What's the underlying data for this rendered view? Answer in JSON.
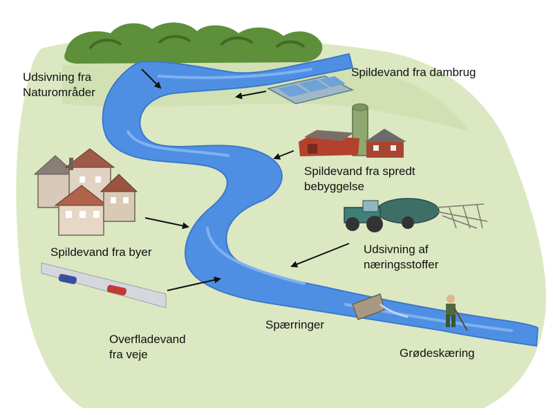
{
  "colors": {
    "land": "#dbe8c2",
    "land_dark": "#c9dcaa",
    "river": "#4f8fe3",
    "river_light": "#7fb2f0",
    "forest": "#5e8f3a",
    "road": "#d4d7dc",
    "arrow": "#111111"
  },
  "labels": {
    "naturomraader": {
      "line1": "Udsivning fra",
      "line2": "Naturområder"
    },
    "dambrug": {
      "line1": "Spildevand fra dambrug"
    },
    "spredt": {
      "line1": "Spildevand fra spredt",
      "line2": "bebyggelse"
    },
    "byer": {
      "line1": "Spildevand fra byer"
    },
    "naering": {
      "line1": "Udsivning af",
      "line2": "næringsstoffer"
    },
    "veje": {
      "line1": "Overfladevand",
      "line2": "fra veje"
    },
    "spaerringer": {
      "line1": "Spærringer"
    },
    "groede": {
      "line1": "Grødeskæring"
    }
  }
}
